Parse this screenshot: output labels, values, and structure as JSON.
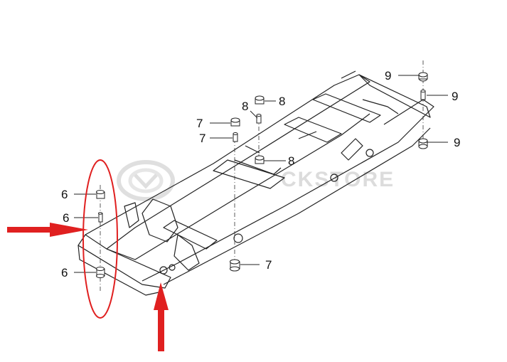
{
  "diagram": {
    "callouts": [
      {
        "id": "c9a",
        "label": "9"
      },
      {
        "id": "c9b",
        "label": "9"
      },
      {
        "id": "c9c",
        "label": "9"
      },
      {
        "id": "c8a",
        "label": "8"
      },
      {
        "id": "c8b",
        "label": "8"
      },
      {
        "id": "c8c",
        "label": "8"
      },
      {
        "id": "c7a",
        "label": "7"
      },
      {
        "id": "c7b",
        "label": "7"
      },
      {
        "id": "c7c",
        "label": "7"
      },
      {
        "id": "c6a",
        "label": "6"
      },
      {
        "id": "c6b",
        "label": "6"
      },
      {
        "id": "c6c",
        "label": "6"
      }
    ],
    "watermark": {
      "text": "CKSTORE",
      "icon": "brand-logo-watermark"
    },
    "annotations": {
      "highlight_color": "#e02020",
      "highlight": "ellipse around front mount parts (6)",
      "arrows": [
        "arrow pointing right at front mount",
        "arrow pointing up at front crossmember"
      ]
    },
    "colors": {
      "line": "#222222",
      "part_fill": "#ffffff",
      "watermark": "#d9d9d9"
    }
  }
}
